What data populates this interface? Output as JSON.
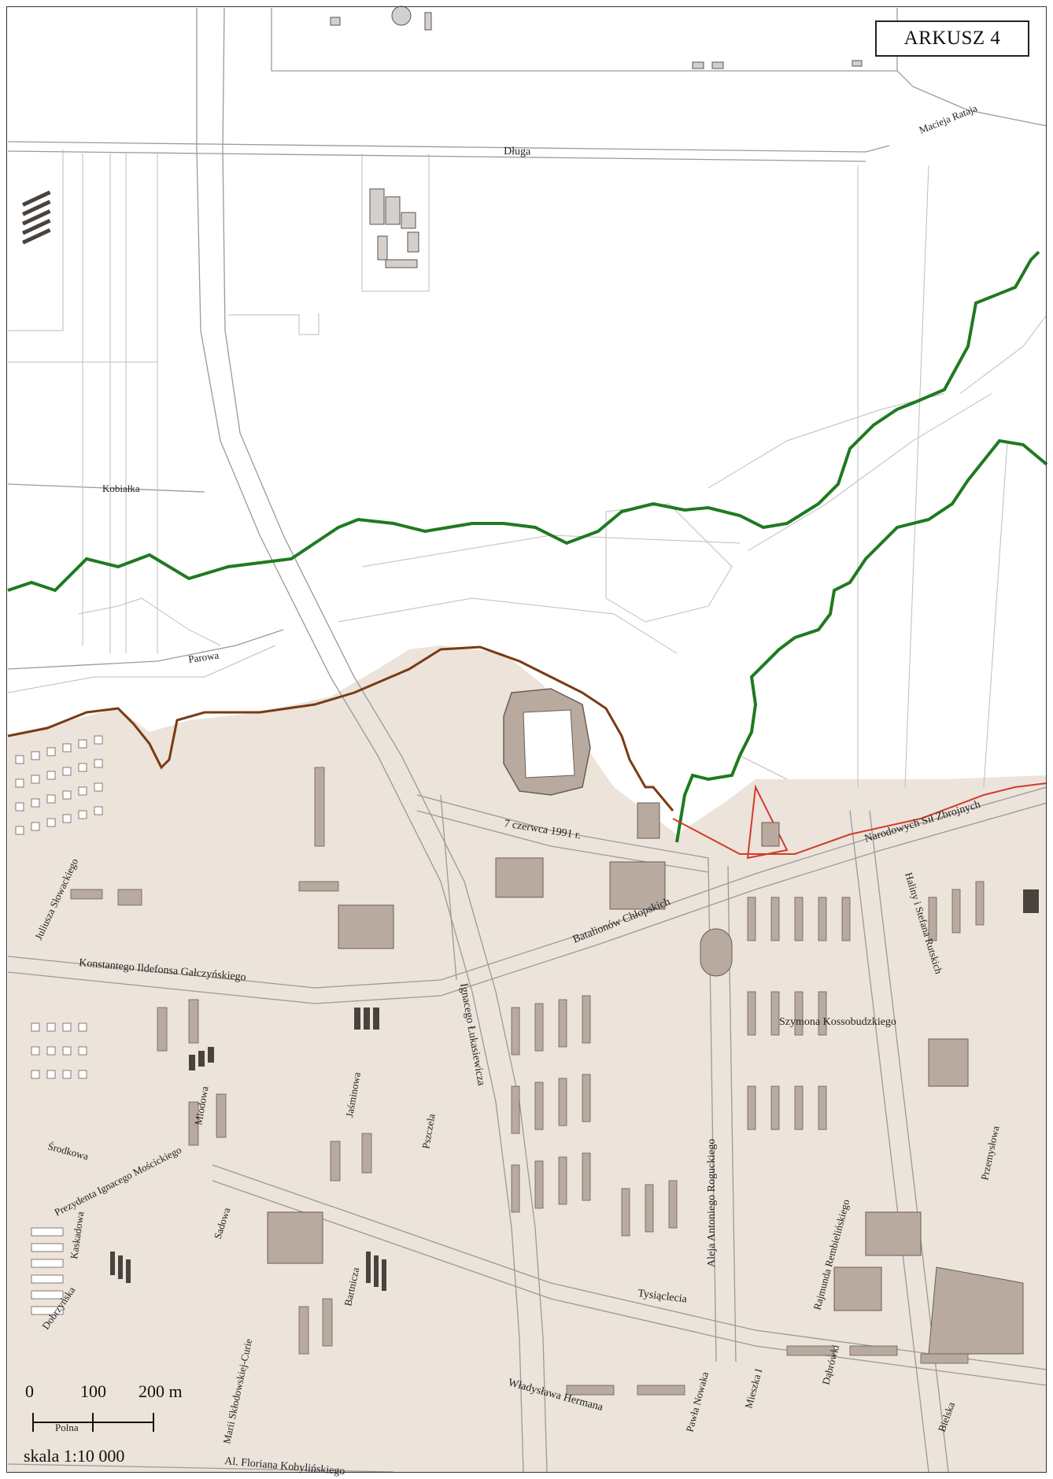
{
  "sheet": {
    "label": "ARKUSZ 4"
  },
  "colors": {
    "built_area": "#ece3da",
    "building": "#b8aa9f",
    "building_dark": "#4a423d",
    "green_boundary": "#1f7a1f",
    "brown_boundary": "#7a3a12",
    "red_boundary": "#d23b2b",
    "street_line": "#9a9a9a"
  },
  "streets": {
    "dluga": "Długa",
    "maciej_rataj": "Macieja Rataja",
    "kobialka": "Kobiałka",
    "parowa": "Parowa",
    "czerwca": "7 czerwca 1991 r.",
    "narodowych": "Narodowych Sił Zbrojnych",
    "batalionow": "Batalionów Chłopskich",
    "haliny": "Haliny i Stefana Rutskich",
    "juliusza": "Juliusza Słowackiego",
    "galczynskiego": "Konstantego Ildefonsa Gałczyńskiego",
    "lukasiewicza": "Ignacego Łukasiewicza",
    "kossobudzkiego": "Szymona Kossobudzkiego",
    "miodowa": "Miodowa",
    "jasminowa": "Jaśminowa",
    "srodkowa": "Środkowa",
    "moscickiego": "Prezydenta Ignacego Mościckiego",
    "pszczela": "Pszczela",
    "roguckiego": "Aleja Antoniego Roguckiego",
    "przemyslowa": "Przemysłowa",
    "rembielinskiego": "Rajmunda Rembielińskiego",
    "sadowa": "Sadowa",
    "kaskadowa": "Kaskadowa",
    "tysiaclecia": "Tysiąclecia",
    "bartnicza": "Bartnicza",
    "dobrzynska": "Dobrzyńska",
    "sklodowskiej": "Marii Skłodowskiej-Curie",
    "hermana": "Władysława Hermana",
    "nowaka": "Pawła Nowaka",
    "mieszka": "Mieszka I",
    "dabrowki": "Dąbrówki",
    "bielska": "Bielska",
    "polna": "Polna",
    "kobylinskiego": "Al. Floriana Kobylińskiego"
  },
  "scale": {
    "tick0": "0",
    "tick1": "100",
    "tick2": "200 m",
    "caption": "skala 1:10 000"
  }
}
